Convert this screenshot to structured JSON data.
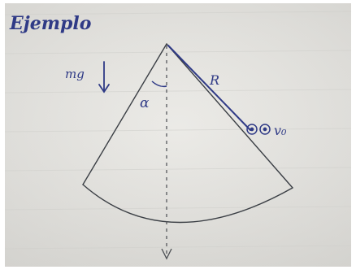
{
  "title": "Ejemplo",
  "labels": {
    "gravity": "mg",
    "angle": "α",
    "radius": "R",
    "velocity": "v₀"
  },
  "colors": {
    "paper": "#e7e6e2",
    "paper_dark": "#d6d6d3",
    "ink": "#2f3a86",
    "pencil": "#3b3f45"
  }
}
